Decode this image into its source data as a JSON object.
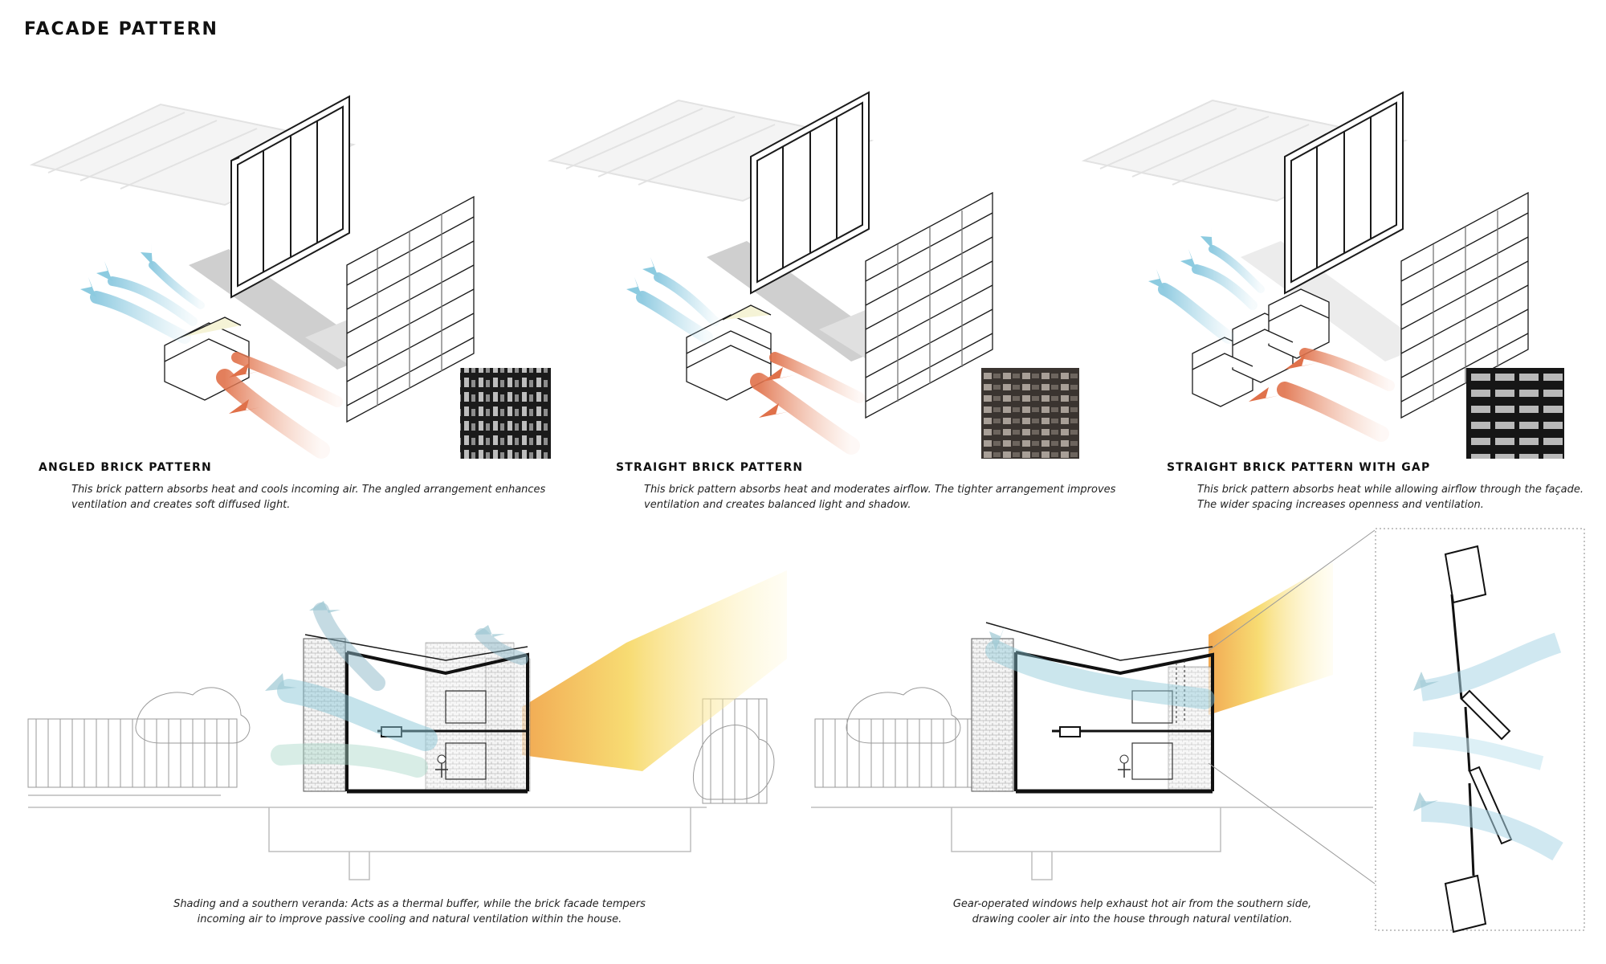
{
  "title": "FACADE PATTERN",
  "patterns": [
    {
      "title": "ANGLED BRICK PATTERN",
      "desc_line1": "This brick pattern absorbs heat and cools incoming air. The angled arrangement enhances",
      "desc_line2": "ventilation and creates soft diffused light."
    },
    {
      "title": "STRAIGHT BRICK PATTERN",
      "desc_line1": "This brick pattern absorbs heat and moderates airflow. The tighter arrangement improves",
      "desc_line2": "ventilation and creates balanced light and shadow."
    },
    {
      "title": "STRAIGHT BRICK PATTERN WITH GAP",
      "desc_line1": "This brick pattern absorbs heat while allowing airflow through the façade.",
      "desc_line2": "The wider spacing increases openness and ventilation."
    }
  ],
  "sections": [
    {
      "caption_line1": "Shading and a southern veranda: Acts as a thermal buffer, while the brick facade tempers",
      "caption_line2": "incoming air to improve passive cooling and natural ventilation within the house."
    },
    {
      "caption_line1": "Gear-operated windows help exhaust hot air from the southern side,",
      "caption_line2": "drawing cooler air into the house through natural ventilation."
    }
  ],
  "colors": {
    "cool_air": "#9fd3e6",
    "warm_air": "#e0714a",
    "sunlight": "#f6d55a",
    "line": "#1a1a1a"
  }
}
